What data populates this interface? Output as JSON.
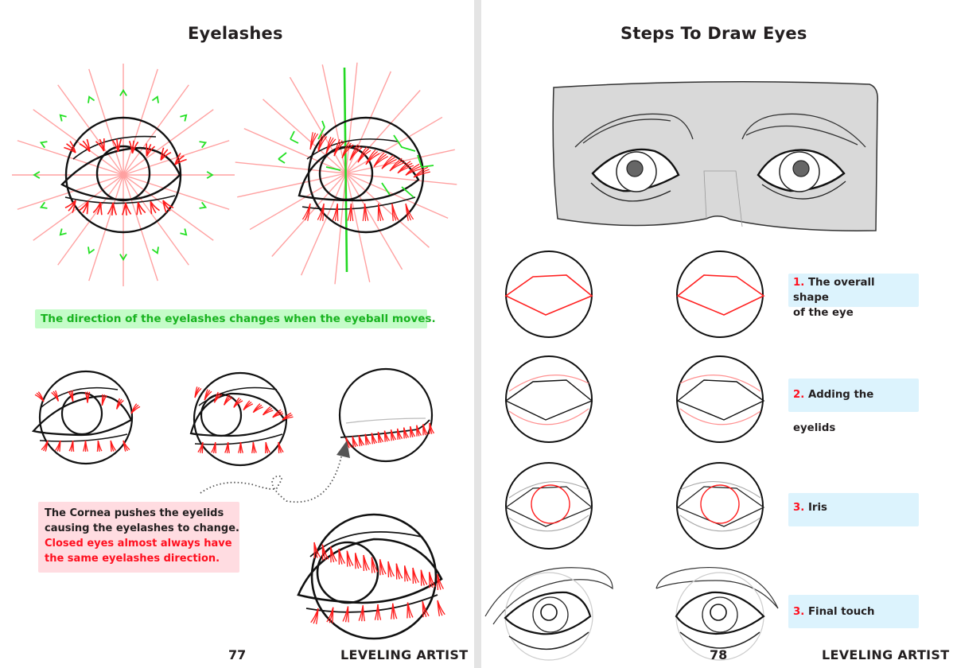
{
  "left_page": {
    "title": "Eyelashes",
    "green_note": "The direction of the eyelashes changes when the eyeball moves.",
    "pink_note": {
      "dark_lines": [
        "The Cornea pushes the eyelids",
        "causing the eyelashes to change."
      ],
      "red_lines": [
        "Closed eyes almost always have",
        "the same eyelashes direction."
      ]
    },
    "page_number": "77",
    "brand": "LEVELING ARTIST",
    "illustrations": [
      "eye-front-radial-guides",
      "eye-turned-radial-guides",
      "eye-front-lashes",
      "eye-turned-lashes",
      "eye-closed-lashes",
      "eye-turned-large-lashes"
    ]
  },
  "right_page": {
    "title": "Steps To Draw Eyes",
    "steps": [
      {
        "num": "1.",
        "label_line1": "The overall shape",
        "label_line2": "of the eye"
      },
      {
        "num": "2.",
        "label_line1": "Adding the eyelids",
        "label_line2": ""
      },
      {
        "num": "3.",
        "label_line1": "Iris",
        "label_line2": ""
      },
      {
        "num": "3.",
        "label_line1": "Final touch",
        "label_line2": ""
      }
    ],
    "page_number": "78",
    "brand": "LEVELING ARTIST",
    "illustrations": [
      "eyes-pair-sketch",
      "step1-eyes",
      "step2-eyes",
      "step3-eyes",
      "step4-eyes"
    ]
  },
  "colors": {
    "guide_red": "#ff8a8a",
    "lash_red": "#ff1a1a",
    "arrow_green": "#22e022",
    "note_green_bg": "#c4fcc8",
    "note_green_text": "#18b31f",
    "note_pink_bg": "#ffdce1",
    "note_red_text": "#ff0f1f",
    "step_bg": "#dcf3fd",
    "gutter": "#e4e4e4"
  }
}
